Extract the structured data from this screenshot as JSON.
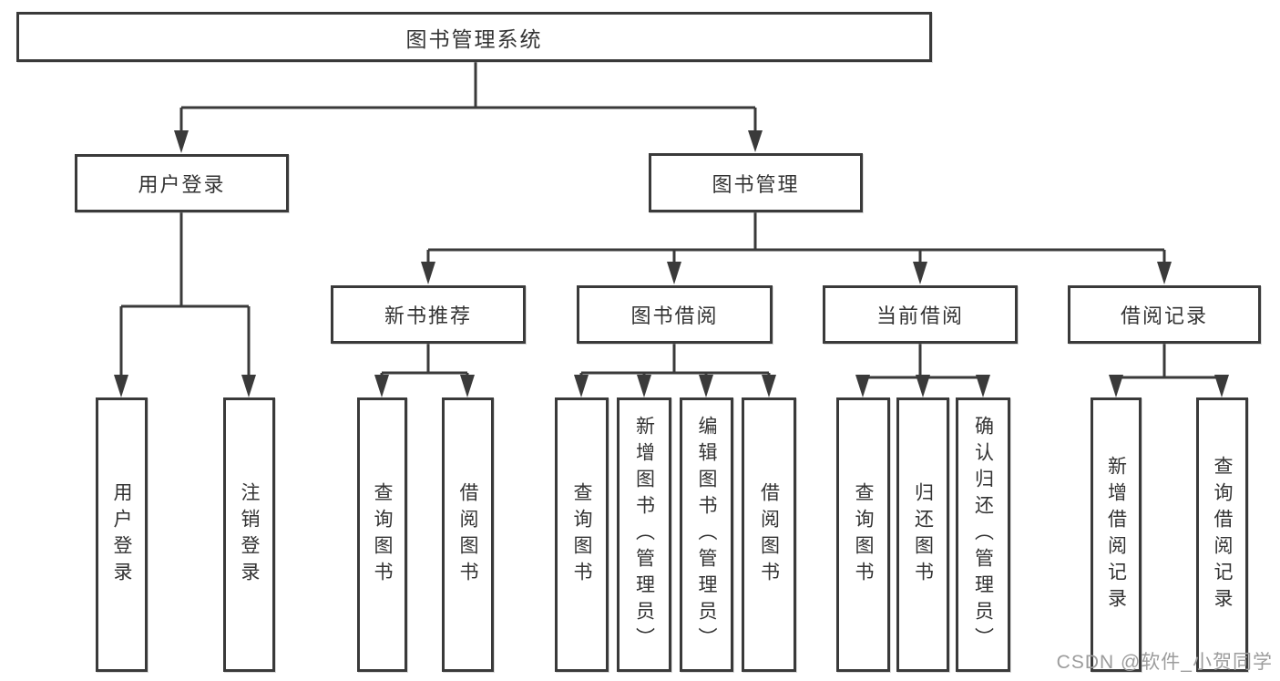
{
  "diagram": {
    "root": "图书管理系统",
    "level2": [
      "用户登录",
      "图书管理"
    ],
    "level3": [
      "新书推荐",
      "图书借阅",
      "当前借阅",
      "借阅记录"
    ],
    "leaves_user_login": [
      "用户登录",
      "注销登录"
    ],
    "leaves_new_book": [
      "查询图书",
      "借阅图书"
    ],
    "leaves_book_borrow": [
      "查询图书",
      "新增图书（管理员）",
      "编辑图书（管理员）",
      "借阅图书"
    ],
    "leaves_current_borrow": [
      "查询图书",
      "归还图书",
      "确认归还（管理员）"
    ],
    "leaves_borrow_records": [
      "新增借阅记录",
      "查询借阅记录"
    ]
  },
  "watermark": "CSDN @软件_小贺同学",
  "colors": {
    "line": "#3a3a3a",
    "text": "#333333",
    "watermark_text": "#9c9c9c",
    "background": "#ffffff"
  }
}
